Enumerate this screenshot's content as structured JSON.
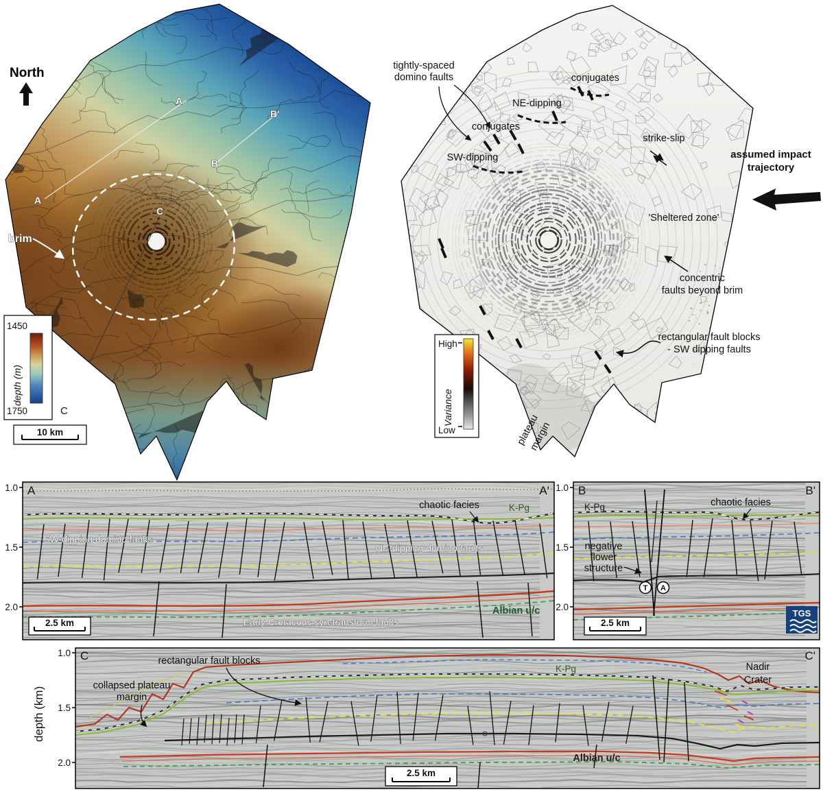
{
  "depth_map": {
    "north_label": "North",
    "line_a_top": "A",
    "line_a_left": "A",
    "line_b": "B",
    "line_b_prime": "B'",
    "line_c_top": "C",
    "line_c_bottom": "C",
    "brim_label": "brim",
    "colorbar": {
      "max_depth": "1450",
      "min_depth": "1750",
      "title": "depth (m)"
    },
    "scalebar_label": "10 km"
  },
  "variance_map": {
    "tightly_spaced_line1": "tightly-spaced",
    "tightly_spaced_line2": "domino faults",
    "conjugates_top": "conjugates",
    "ne_dipping": "NE-dipping",
    "conjugates_mid": "conjugates",
    "sw_dipping": "SW-dipping",
    "strike_slip": "strike-slip",
    "impact_line1": "assumed impact",
    "impact_line2": "trajectory",
    "sheltered_zone": "'Sheltered zone'",
    "concentric_line1": "concentric",
    "concentric_line2": "faults beyond brim",
    "rect_blocks_line1": "rectangular fault blocks",
    "rect_blocks_line2": "- SW dipping faults",
    "plateau_line1": "plateau",
    "plateau_line2": "margin",
    "colorbar": {
      "high": "High",
      "low": "Low",
      "title": "Variance"
    }
  },
  "section_a": {
    "start_label": "A",
    "end_label": "A'",
    "ticks": [
      "1.0",
      "1.5",
      "2.0"
    ],
    "chaotic_facies": "chaotic facies",
    "kpg": "K-Pg",
    "sw_faults": "SW-dipping domino faults",
    "ne_faults": "NE-dipping domino faults",
    "syn_transform": "Early Cretacous syn-transform faults",
    "albian": "Albian u/c",
    "scalebar_label": "2.5 km"
  },
  "section_b": {
    "start_label": "B",
    "end_label": "B'",
    "ticks": [
      "1.0",
      "1.5",
      "2.0"
    ],
    "kpg": "K-Pg",
    "chaotic_facies": "chaotic facies",
    "flower_line1": "negative",
    "flower_line2": "flower",
    "flower_line3": "structure",
    "marker_t": "T",
    "marker_a": "A",
    "scalebar_label": "2.5 km",
    "logo": "TGS"
  },
  "section_c": {
    "start_label": "C",
    "end_label": "C'",
    "y_axis_label": "depth (km)",
    "ticks": [
      "1.0",
      "1.5",
      "2.0"
    ],
    "rect_blocks": "rectangular fault blocks",
    "collapsed_line1": "collapsed plateau",
    "collapsed_line2": "margin",
    "kpg": "K-Pg",
    "nadir_line1": "Nadir",
    "nadir_line2": "Crater",
    "albian": "Albian u/c",
    "scalebar_label": "2.5 km"
  },
  "colors": {
    "tgs_blue": "#15417e",
    "kpg_green": "#8cb832",
    "horizon_red": "#c63a1e",
    "horizon_blue_dashed": "#4a77cc",
    "horizon_yellow_dashed": "#e8e23e",
    "albian_green_dashed": "#3f9e55"
  }
}
